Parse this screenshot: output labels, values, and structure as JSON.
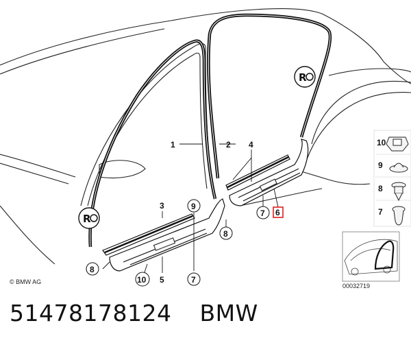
{
  "copyright": "© BMW AG",
  "image_number": "00032719",
  "callouts": {
    "c1": "1",
    "c2": "2",
    "c3": "3",
    "c4": "4",
    "c5": "5",
    "c6": "6",
    "c7a": "7",
    "c7b": "7",
    "c8a": "8",
    "c8b": "8",
    "c9": "9",
    "c10": "10"
  },
  "legend": {
    "items": [
      {
        "label": "10",
        "icon": "clip-push-nut-icon"
      },
      {
        "label": "9",
        "icon": "clip-round-cap-icon"
      },
      {
        "label": "8",
        "icon": "clip-expanding-rivet-icon"
      },
      {
        "label": "7",
        "icon": "clip-plug-icon"
      }
    ]
  },
  "highlight_color": "#e02020",
  "footer": {
    "part_number": "51478178124",
    "brand": "BMW"
  }
}
